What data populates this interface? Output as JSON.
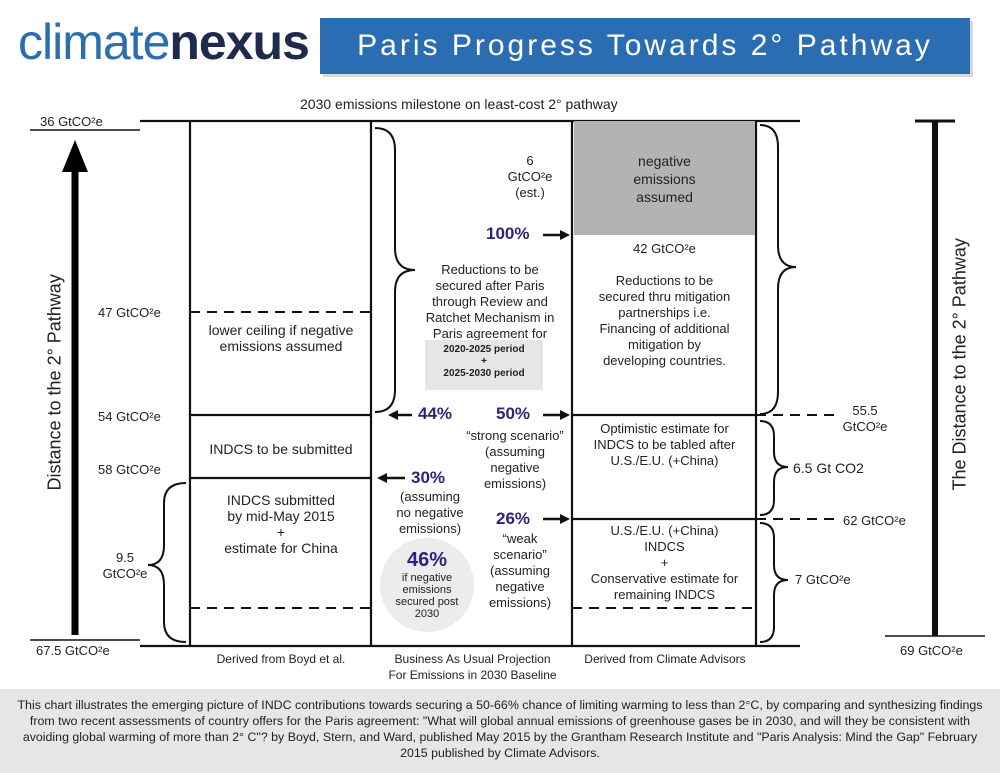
{
  "header": {
    "logo_part1": "climate",
    "logo_part2": "nexus",
    "title": "Paris Progress Towards 2° Pathway"
  },
  "top_caption": "2030 emissions milestone on least-cost 2° pathway",
  "left_axis": {
    "label": "Distance to the 2° Pathway",
    "ticks": [
      "36 GtCO²e",
      "47 GtCO²e",
      "54 GtCO²e",
      "58 GtCO²e",
      "67.5 GtCO²e"
    ],
    "brace_label_1": "9.5",
    "brace_label_2": "GtCO²e"
  },
  "right_axis": {
    "label": "The Distance to the 2° Pathway",
    "bottom": "69 GtCO²e",
    "mark_1_line1": "55.5",
    "mark_1_line2": "GtCO²e",
    "mark_2": "62 GtCO²e",
    "brace_1": "6.5 Gt CO2",
    "brace_2": "7 GtCO²e"
  },
  "left_column": {
    "caption": "Derived from Boyd et al.",
    "ceiling_line1": "lower ceiling if negative",
    "ceiling_line2": "emissions assumed",
    "to_submit": "INDCS to be submitted",
    "submitted_line1": "INDCS submitted",
    "submitted_line2": "by mid-May 2015",
    "submitted_line3": "+",
    "submitted_line4": "estimate for China"
  },
  "middle": {
    "neg_line1": "6",
    "neg_line2": "GtCO²e",
    "neg_line3": "(est.)",
    "review_line1": "Reductions to be",
    "review_line2": "secured after Paris",
    "review_line3": "through Review and",
    "review_line4": "Ratchet Mechanism in",
    "review_line5": "Paris agreement for",
    "period_1": "2020-2025 period",
    "period_plus": "+",
    "period_2": "2025-2030 period",
    "pct_100": "100%",
    "pct_44": "44%",
    "pct_50": "50%",
    "strong_line1": "“strong scenario”",
    "strong_line2": "(assuming",
    "strong_line3": "negative",
    "strong_line4": "emissions)",
    "pct_30": "30%",
    "nn_line1": "(assuming",
    "nn_line2": "no negative",
    "nn_line3": "emissions)",
    "pct_26": "26%",
    "weak_line1": "“weak",
    "weak_line2": "scenario”",
    "weak_line3": "(assuming",
    "weak_line4": "negative",
    "weak_line5": "emissions)",
    "circle_pct": "46%",
    "circle_line1": "if negative",
    "circle_line2": "emissions",
    "circle_line3": "secured post",
    "circle_line4": "2030",
    "bau_line1": "Business As Usual Projection",
    "bau_line2": "For Emissions in 2030 Baseline"
  },
  "right_column": {
    "caption": "Derived from Climate Advisors",
    "neg_box_line1": "negative",
    "neg_box_line2": "emissions",
    "neg_box_line3": "assumed",
    "val_42": "42 GtCO²e",
    "mit_line1": "Reductions to be",
    "mit_line2": "secured thru mitigation",
    "mit_line3": "partnerships i.e.",
    "mit_line4": "Financing of additional",
    "mit_line5": "mitigation by",
    "mit_line6": "developing countries.",
    "opt_line1": "Optimistic estimate for",
    "opt_line2": "INDCS to be tabled  after",
    "opt_line3": "U.S./E.U.  (+China)",
    "cons_line1": "U.S./E.U.  (+China)",
    "cons_line2": "INDCS",
    "cons_line3": "+",
    "cons_line4": "Conservative estimate for",
    "cons_line5": "remaining INDCS"
  },
  "footer": "This chart illustrates the emerging picture of INDC contributions towards securing a 50-66% chance of limiting warming to less than 2°C, by comparing and synthesizing findings from two recent assessments of country offers for the Paris agreement: \"What will global annual emissions of greenhouse gases be in 2030, and will they be consistent with avoiding global warming of more than 2° C\"? by Boyd, Stern, and Ward, published May 2015 by the Grantham Research Institute and \"Paris Analysis: Mind the Gap\" February 2015 published by Climate Advisors.",
  "colors": {
    "brand_blue": "#2a6db3",
    "brand_navy": "#1f2b4d",
    "percent_purple": "#2c2477",
    "negative_gray": "#b3b3b3"
  }
}
